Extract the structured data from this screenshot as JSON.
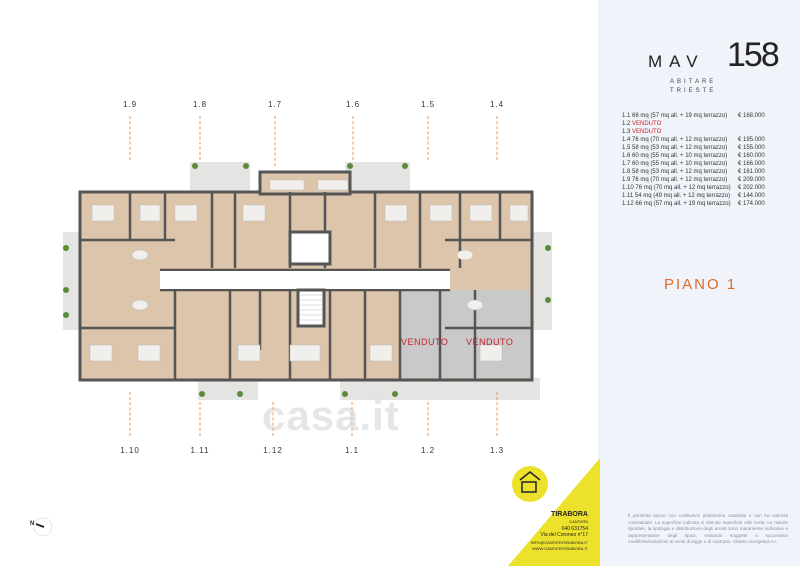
{
  "brand": {
    "name": "MAV",
    "number": "158",
    "tagline1": "ABITARE",
    "tagline2": "TRIESTE"
  },
  "floor_title": "PIANO 1",
  "top_units": [
    "1.9",
    "1.8",
    "1.7",
    "1.6",
    "1.5",
    "1.4"
  ],
  "bottom_units": [
    "1.10",
    "1.11",
    "1.12",
    "1.1",
    "1.2",
    "1.3"
  ],
  "sold_label": "VENDUTO",
  "prices": [
    {
      "unit": "1.1",
      "desc": "66 mq (57 mq all. + 19 mq terrazzo)",
      "price": "€ 168.000"
    },
    {
      "unit": "1.2",
      "desc": "VENDUTO",
      "price": "",
      "sold": true
    },
    {
      "unit": "1.3",
      "desc": "VENDUTO",
      "price": "",
      "sold": true
    },
    {
      "unit": "1.4",
      "desc": "76 mq (70 mq all. + 12 mq terrazzo)",
      "price": "€ 195.000"
    },
    {
      "unit": "1.5",
      "desc": "58 mq (53 mq all. + 12 mq terrazzo)",
      "price": "€ 155.000"
    },
    {
      "unit": "1.6",
      "desc": "60 mq (55 mq all. + 10 mq terrazzo)",
      "price": "€ 160.000"
    },
    {
      "unit": "1.7",
      "desc": "60 mq (55 mq all. + 10 mq terrazzo)",
      "price": "€ 166.000"
    },
    {
      "unit": "1.8",
      "desc": "58 mq (53 mq all. + 12 mq terrazzo)",
      "price": "€ 161.000"
    },
    {
      "unit": "1.9",
      "desc": "76 mq (70 mq all. + 12 mq terrazzo)",
      "price": "€ 209.000"
    },
    {
      "unit": "1.10",
      "desc": "76 mq (70 mq all. + 12 mq terrazzo)",
      "price": "€ 202.000"
    },
    {
      "unit": "1.11",
      "desc": "54 mq (49 mq all. + 12 mq terrazzo)",
      "price": "€ 144.000"
    },
    {
      "unit": "1.12",
      "desc": "66 mq (57 mq all. + 19 mq terrazzo)",
      "price": "€ 174.000"
    }
  ],
  "builder": {
    "name": "TIRABORA",
    "sub": "CANTIERI",
    "phone": "040 631754",
    "address": "Via del Coroneo n°17",
    "email": "INFO@CANTIERITIRABORA.IT",
    "web": "WWW.CANTIERITIRABORA.IT"
  },
  "disclaimer": "Il presente layout non costituisce planimetria catastale e non ha valenza contrattuale. La superficie indicata si intende superficie utile lorda. Le misure riportate, la tipologia e distribuzione degli arredi sono meramente indicative e rappresentative degli spazi, restando soggette a successive modifiche/variazioni ai sensi di legge e di contratto. Classe energetica A+.",
  "watermark": "casa.it",
  "north_label": "N",
  "colors": {
    "accent": "#e06a2a",
    "sold": "#c0272d",
    "panel": "#f0f3f9",
    "yellow": "#ece22c",
    "wood": "#d9c1a8",
    "wall": "#555555"
  }
}
